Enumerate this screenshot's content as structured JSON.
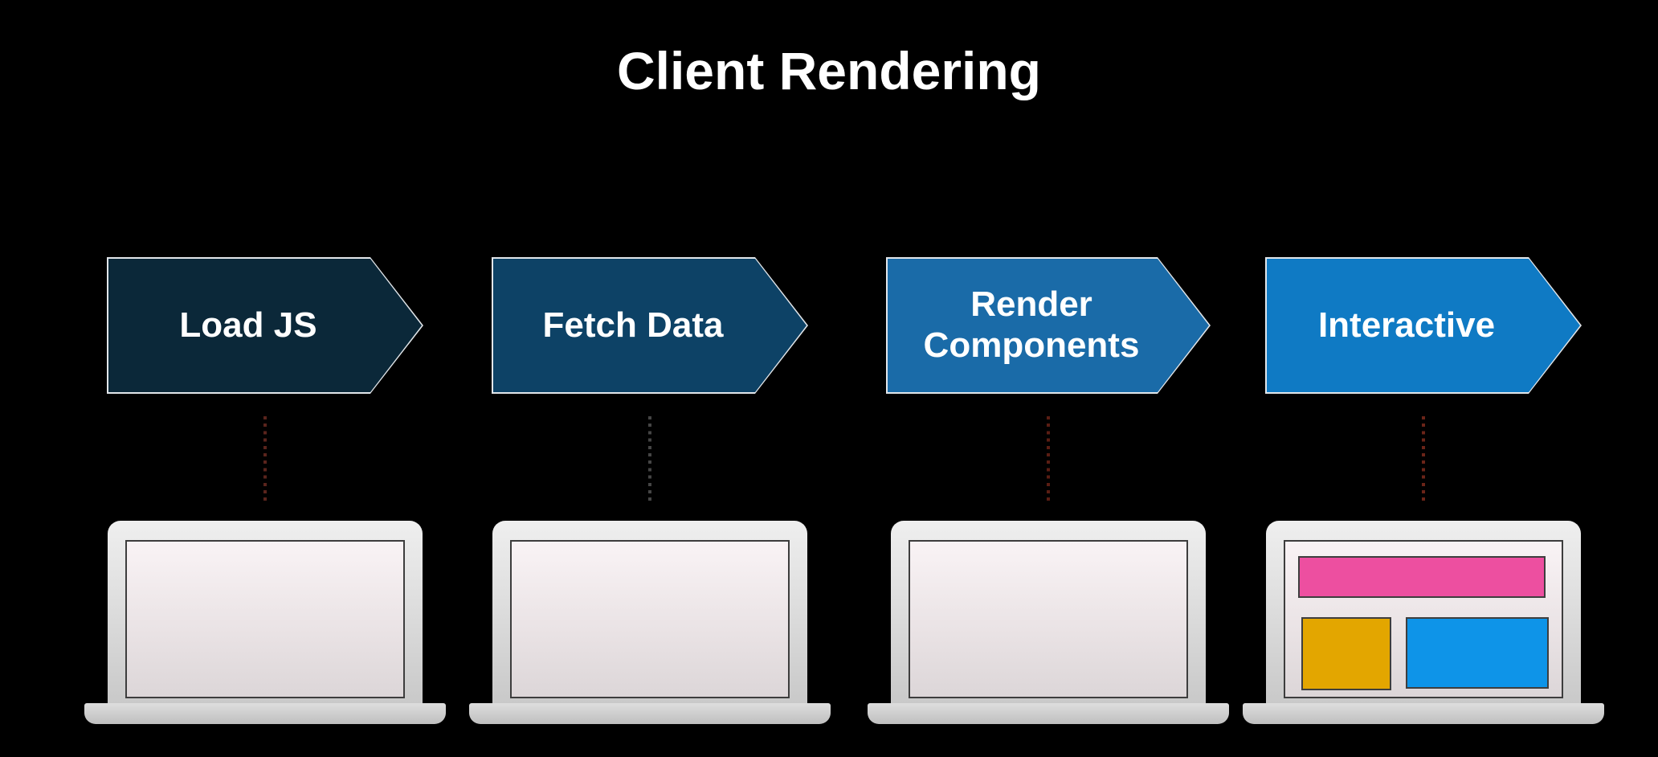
{
  "title": "Client Rendering",
  "colors": {
    "background": "#000000",
    "title_text": "#ffffff",
    "arrow_border": "#e2e6ea",
    "laptop_frame": "#d6d6d6",
    "laptop_screen_border": "#3d3d3d"
  },
  "steps": [
    {
      "label": "Load JS",
      "arrow_color": "#0b2839",
      "dot_color": "#5a241c",
      "laptop_screen": "blank"
    },
    {
      "label": "Fetch Data",
      "arrow_color": "#0d4266",
      "dot_color": "#454545",
      "laptop_screen": "blank"
    },
    {
      "label": "Render Components",
      "arrow_color": "#1a6ba8",
      "dot_color": "#5a1d13",
      "laptop_screen": "blank"
    },
    {
      "label": "Interactive",
      "arrow_color": "#0f7ac4",
      "dot_color": "#6b2418",
      "laptop_screen": "wireframe",
      "wireframe": {
        "header_color": "#ed4fa0",
        "left_box_color": "#e3a600",
        "right_box_color": "#0e94e8"
      }
    }
  ]
}
